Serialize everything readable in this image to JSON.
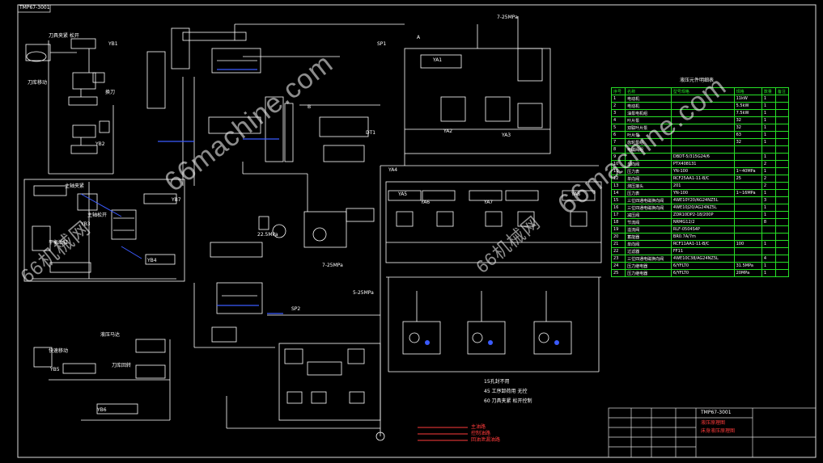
{
  "drawing": {
    "sheet_code": "TMP67-3001",
    "watermark": "66machine.com",
    "short_watermark": "66机械网",
    "title_block": {
      "code": "TMP67-3001",
      "name_line1": "液压原理图",
      "name_line2": "床身液压原理图"
    }
  },
  "bom": {
    "title": "液压元件明细表",
    "headers": [
      "序号",
      "名称",
      "型号规格",
      "规格",
      "数量",
      "备注"
    ],
    "rows": [
      [
        "1",
        "电动机",
        "",
        "11kW",
        "1",
        ""
      ],
      [
        "2",
        "电动机",
        "",
        "5.5kW",
        "1",
        ""
      ],
      [
        "3",
        "油泵电机组",
        "",
        "7.5kW",
        "1",
        ""
      ],
      [
        "4",
        "叶片泵",
        "",
        "32",
        "1",
        ""
      ],
      [
        "5",
        "双联叶片泵",
        "",
        "32",
        "1",
        ""
      ],
      [
        "6",
        "叶片泵",
        "",
        "63",
        "1",
        ""
      ],
      [
        "7",
        "齿轮泵组",
        "",
        "32",
        "1",
        ""
      ],
      [
        "8",
        "电磁阀组",
        "",
        "",
        "",
        ""
      ],
      [
        "9",
        "",
        "DBDT-5/315G24/6",
        "",
        "1",
        ""
      ],
      [
        "10",
        "单向阀",
        "PTX408131",
        "",
        "2",
        ""
      ],
      [
        "11",
        "压力表",
        "YN-100",
        "1~40MPa",
        "1",
        ""
      ],
      [
        "12",
        "单向阀",
        "RCF25AA1-11-B/C",
        "25",
        "2",
        ""
      ],
      [
        "13",
        "测压接头",
        "201",
        "",
        "2",
        ""
      ],
      [
        "14",
        "压力表",
        "YN-100",
        "1~16MPa",
        "1",
        ""
      ],
      [
        "15",
        "三位四通电磁换向阀",
        "4WE10Y20/AG24NZ5L",
        "",
        "3",
        ""
      ],
      [
        "16",
        "三位四通电磁换向阀",
        "4WE10J20/AG24NZ5L",
        "",
        "1",
        ""
      ],
      [
        "17",
        "减压阀",
        "ZDR10DP2-18/200P",
        "",
        "1",
        ""
      ],
      [
        "18",
        "节流阀",
        "NRMG12/2",
        "",
        "8",
        ""
      ],
      [
        "19",
        "溢流阀",
        "RLF-0504S4P",
        "",
        "",
        ""
      ],
      [
        "20",
        "蓄能器",
        "BR0.7A/7m",
        "",
        "",
        ""
      ],
      [
        "21",
        "单向阀",
        "RCF11AA1-11-B/C",
        "100",
        "1",
        ""
      ],
      [
        "22",
        "过滤器",
        "FF11",
        "",
        "",
        ""
      ],
      [
        "23",
        "三位四通电磁换向阀",
        "4WE10C38/AG24NZ5L",
        "",
        "4",
        ""
      ],
      [
        "24",
        "压力继电器",
        "6/YFLT0",
        "31.5MPa",
        "1",
        ""
      ],
      [
        "25",
        "压力继电器",
        "6/YFLT0",
        "20MPa",
        "1",
        ""
      ]
    ]
  },
  "labels": {
    "top_pressure": "7-25MPa",
    "mid_pressure": "7-25MPa",
    "low_pressure": "5-25MPa",
    "p1": "22.5MPa",
    "note1": "15孔封不用",
    "note2": "45 工序卸荷用 无控",
    "note3": "60 刀具夹紧 松开控制",
    "legend": [
      "主油路",
      "控制油路",
      "回油泄漏油路"
    ],
    "tags": [
      "A",
      "B",
      "YA1",
      "YA2",
      "YA3",
      "YA4",
      "YA5",
      "YA6",
      "YA7",
      "YA8",
      "YB1",
      "YB2",
      "YB3",
      "YB4",
      "YB5",
      "YB6",
      "YB7",
      "SP1",
      "SP2",
      "DT1"
    ],
    "left_notes": [
      "刀具夹紧 松开",
      "刀库移动",
      "换刀",
      "主轴夹紧",
      "主轴松开",
      "平衡油缸",
      "液压马达",
      "快速移动",
      "刀库回转"
    ]
  },
  "colors": {
    "line": "#ffffff",
    "table": "#27e227",
    "main_oil": "#ff3b3b",
    "control_oil": "#3b5bff",
    "background": "#000000"
  }
}
